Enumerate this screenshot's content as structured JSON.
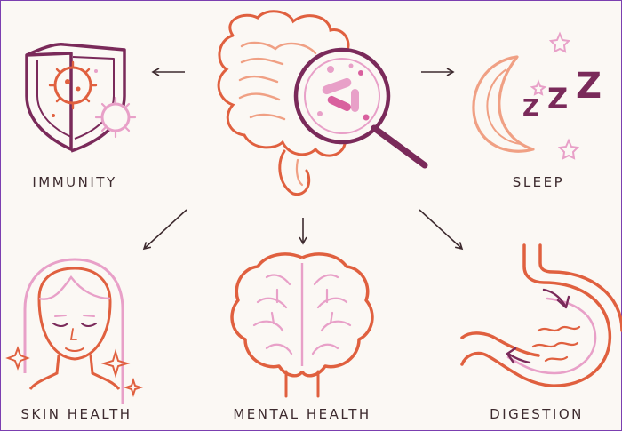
{
  "labels": {
    "immunity": "IMMUNITY",
    "sleep": "SLEEP",
    "skin_health": "SKIN HEALTH",
    "mental_health": "MENTAL HEALTH",
    "digestion": "DIGESTION"
  },
  "sleep_letters": [
    "Z",
    "Z",
    "Z"
  ],
  "icons": {
    "center": "gut-magnifier-icon",
    "immunity": "shield-virus-icon",
    "sleep": "moon-stars-icon",
    "skin": "face-icon",
    "mental": "brain-icon",
    "digestion": "stomach-icon"
  },
  "colors": {
    "orange_red": "#e0603f",
    "pink": "#e8a0c8",
    "plum": "#7a2a5a",
    "salmon": "#f0a084",
    "dark_text": "#3d2a2e"
  }
}
